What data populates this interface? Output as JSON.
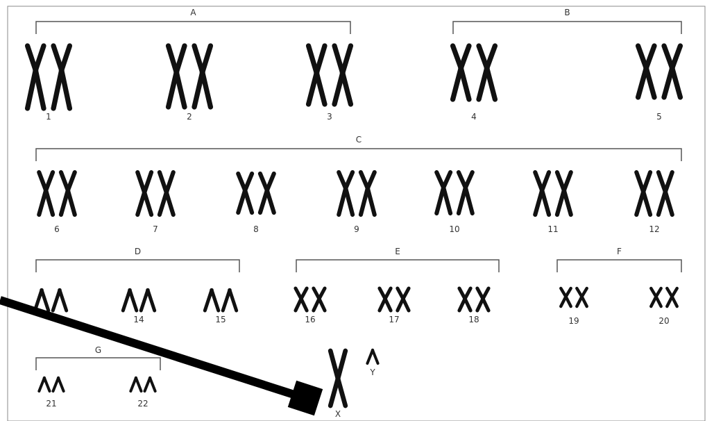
{
  "groups": [
    {
      "letter": "A"
    },
    {
      "letter": "B"
    },
    {
      "letter": "C"
    },
    {
      "letter": "D"
    },
    {
      "letter": "E"
    },
    {
      "letter": "F"
    },
    {
      "letter": "G"
    }
  ],
  "chromosomes": [
    {
      "label": "1",
      "kind": "large"
    },
    {
      "label": "2",
      "kind": "large"
    },
    {
      "label": "3",
      "kind": "large"
    },
    {
      "label": "4",
      "kind": "large"
    },
    {
      "label": "5",
      "kind": "large"
    },
    {
      "label": "6",
      "kind": "medium"
    },
    {
      "label": "7",
      "kind": "medium"
    },
    {
      "label": "8",
      "kind": "medium"
    },
    {
      "label": "9",
      "kind": "medium"
    },
    {
      "label": "10",
      "kind": "medium"
    },
    {
      "label": "11",
      "kind": "medium"
    },
    {
      "label": "12",
      "kind": "medium"
    },
    {
      "label": "",
      "kind": "acro"
    },
    {
      "label": "14",
      "kind": "acro"
    },
    {
      "label": "15",
      "kind": "acro"
    },
    {
      "label": "16",
      "kind": "small"
    },
    {
      "label": "17",
      "kind": "small"
    },
    {
      "label": "18",
      "kind": "small"
    },
    {
      "label": "19",
      "kind": "tiny"
    },
    {
      "label": "20",
      "kind": "tiny"
    },
    {
      "label": "21",
      "kind": "tiny-acro"
    },
    {
      "label": "22",
      "kind": "tiny-acro"
    }
  ],
  "sex": [
    {
      "label": "X",
      "kind": "single-large"
    },
    {
      "label": "Y",
      "kind": "single-small"
    }
  ],
  "colors": {
    "chromosome": "#111111",
    "bracket": "#555555",
    "arrow": "#000000",
    "text": "#333333"
  }
}
